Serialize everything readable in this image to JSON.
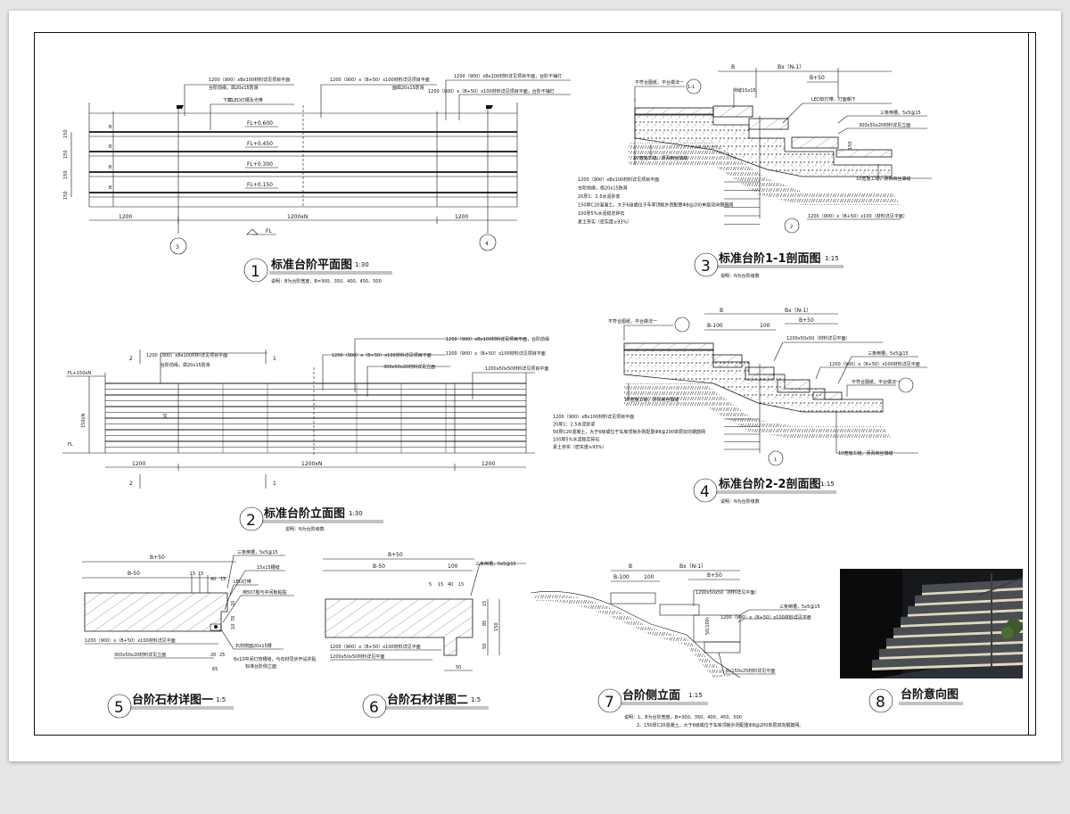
{
  "sheet": {
    "colors": {
      "line": "#111111",
      "paper": "#ffffff",
      "background": "#e6e6e6",
      "light": "#f3e9c8"
    }
  },
  "d1": {
    "num": "1",
    "title": "标准台阶平面图",
    "scale": "1:30",
    "note": "说明：B为台阶宽度，B=300、350、400、450、500",
    "callout1a": "1200（900）xBx100材料详见项目平面",
    "callout1b": "台阶前缘，凿20x15防滑",
    "callout1c": "下藏LED灯槽及光带",
    "callout2a": "1200（900）x（B+50）x100材料详见项目平面",
    "callout2b": "面凿20x15防滑",
    "callout3a": "1200（900）xBx100材料详见项目平面，台阶不铺灯",
    "callout3b": "1200（900）x（B+50）x100材料详见项目平面，台阶不铺灯",
    "levels": [
      "FL+0.600",
      "FL+0.450",
      "FL+0.300",
      "FL+0.150"
    ],
    "b_labels": [
      "B",
      "B",
      "B",
      "B"
    ],
    "left_dims": [
      "150",
      "150",
      "150",
      "150"
    ],
    "bottom_dims": [
      "1200",
      "1200xN",
      "1200"
    ],
    "fl": "FL",
    "sec_left": "3",
    "sec_right": "4"
  },
  "d2": {
    "num": "2",
    "title": "标准台阶立面图",
    "scale": "1:30",
    "note": "说明：N为台阶级数",
    "callout1a": "1200（900）xBx100材料详见项目平面",
    "callout1b": "台阶前缘，凿20x15防滑",
    "callout2": "1200（900）x（B+50）x100材料详见项目平面",
    "callout3": "1200（900）xBx100材料详见项目平面，台阶前缘",
    "callout4": "1200（900）x（B+50）x100材料详见项目平面",
    "callout5": "300x50x20材料详见立面",
    "callout6": "1200x50x50材料详见项目平面",
    "level_top": "FL+150xN",
    "level_bot": "FL",
    "height": "150xN",
    "tread": "50",
    "bottom_dims": [
      "1200",
      "1200xN",
      "1200"
    ],
    "sec_left": "2",
    "sec_right": "1"
  },
  "d3": {
    "num": "3",
    "title": "标准台阶1-1剖面图",
    "scale": "1:15",
    "note": "说明：N为台阶级数",
    "dims_top": [
      "B",
      "Bx（N-1）",
      "B+50"
    ],
    "c_top_left": "不符合图纸，平台做法一",
    "c_top_left_tag": "1-1",
    "c_gap": "侧缝15x15",
    "c_led": "LED软灯带，灯面朝下",
    "c_chamfer": "三条倒槽，5x5@15",
    "c_block": "300x50x20材料详见立面",
    "c_150": "150",
    "c_base_left": "10宽施工缝，沥青麻丝填缝",
    "c_list": [
      "1200（900）xBx100材料详见项目平面",
      "台阶前缘，凿20x15防滑",
      "20厚1：2.5水泥砂浆",
      "150厚C20混凝土，大于6级或位于车库顶板外则配置Φ8@200单层双向钢筋网",
      "100厚5%水泥稳定碎石",
      "素土夯实（密实度≥93%）"
    ],
    "c_base_right": "10宽施工缝，沥青麻丝填缝",
    "c_bottom": "1200（900）x（B+50）x100（材料详见平面）",
    "marker": "2"
  },
  "d4": {
    "num": "4",
    "title": "标准台阶2-2剖面图",
    "scale": "1:15",
    "note": "说明：N为台阶级数",
    "dims_top": [
      "B",
      "Bx（N-1）",
      "B-100",
      "100",
      "B+50"
    ],
    "c_top_left": "不符合图纸，平台做法一",
    "c_block": "1200x50x50（材料详见平面）",
    "c_chamfer": "三条倒槽，5x5@15",
    "c_right": "1200（900）x（B+50）x100材料详见平面",
    "c_top_right": "不符合图纸，平台做法一",
    "c_base_left": "10宽施工缝，沥青麻丝填缝",
    "c_list": [
      "1200（900）xBx100材料详见项目平面",
      "20厚1：2.5水泥砂浆",
      "50厚C20混凝土，大于6级或位于车库顶板外则配置Φ8@200单层双向钢筋网",
      "100厚5%水泥稳定碎石",
      "素土夯实（密实度≥93%）"
    ],
    "c_base_right": "10宽施工缝，沥青麻丝填缝",
    "marker": "1"
  },
  "d5": {
    "num": "5",
    "title": "台阶石材详图一",
    "scale": "1:5",
    "dims_top": [
      "B+50",
      "B-50",
      "15",
      "15",
      "40",
      "15"
    ],
    "c_chamfer": "三条倒槽，5x5@15",
    "c_groove": "15x15槽缝",
    "c_led": "LED灯带",
    "c_clip": "用507胶与中间板粘贴",
    "dims_right": [
      "20",
      "70",
      "10"
    ],
    "c_bottom1": "1200（900）x（B+50）x100材料详见平面",
    "c_bottom2": "300x50x20材料详见立面",
    "c_stone": "石材侧面20x15槽",
    "c_stone2": "8x10中间灯管槽缝，与石材同步开设并贴",
    "c_stone3": "标准台阶侧立面",
    "dims_bottom": [
      "20",
      "25",
      "65"
    ]
  },
  "d6": {
    "num": "6",
    "title": "台阶石材详图二",
    "scale": "1:5",
    "dims_top": [
      "B+50",
      "B-50",
      "100",
      "5",
      "15",
      "40",
      "15"
    ],
    "c_chamfer": "三条倒槽，5x5@15",
    "dims_right": [
      "15",
      "85",
      "50",
      "150"
    ],
    "c_bottom1": "1200（900）x（B+50）x100材料详见平面",
    "c_bottom2": "1200x50x50材料详见平面",
    "dim_bottom": "50"
  },
  "d7": {
    "num": "7",
    "title": "台阶侧立面",
    "scale": "1:15",
    "dims_top": [
      "B",
      "Bx（N-1）",
      "B-100",
      "100",
      "B+50"
    ],
    "c_block": "1200x50x50（材料详见平面）",
    "c_chamfer": "三条倒槽，5x5@15",
    "c_right": "1200（900）x（B+50）x100材料详见平面",
    "c_bottom": "Bx150x25材料详见平面",
    "dim_side": "50(100)",
    "note1": "说明：1、B为台阶宽度，B=300、350、400、450、500",
    "note2": "2、150厚C20混凝土，大于6级或位于车库顶板外则配置Φ8@200单层双向钢筋网。"
  },
  "d8": {
    "num": "8",
    "title": "台阶意向图"
  }
}
